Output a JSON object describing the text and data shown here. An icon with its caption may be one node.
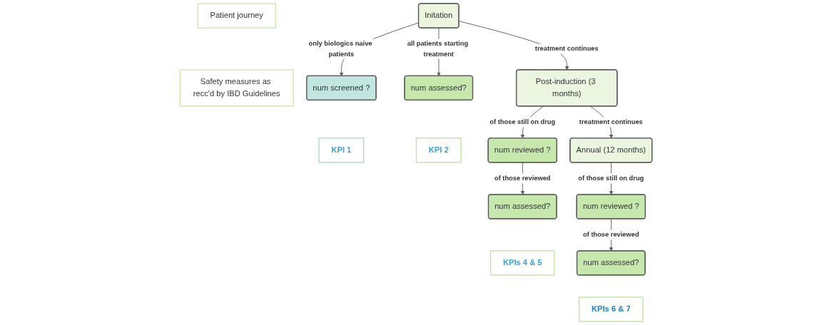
{
  "diagram": {
    "nodes": [
      {
        "text": [
          "Patient journey"
        ]
      },
      {
        "text": [
          "Safety measures as recc'd by IBD Guidelines"
        ]
      },
      {
        "text": [
          "Initation"
        ]
      },
      {
        "text": [
          "num assessed?"
        ]
      },
      {
        "text": [
          "num screened ?"
        ]
      },
      {
        "text": [
          "KPI 1"
        ]
      },
      {
        "text": [
          "KPI 2"
        ]
      },
      {
        "text": [
          "Post-induction (3 months)"
        ]
      },
      {
        "text": [
          "num reviewed ?"
        ]
      },
      {
        "text": [
          "num assessed?"
        ]
      },
      {
        "text": [
          "KPIs 4 & 5"
        ]
      },
      {
        "text": [
          "Annual (12 months)"
        ]
      },
      {
        "text": [
          "num reviewed ?"
        ]
      },
      {
        "text": [
          "num assessed?"
        ]
      },
      {
        "text": [
          "KPIs 6 & 7"
        ]
      }
    ],
    "edges": [
      {
        "from": 2,
        "to": 7,
        "arrow": "to",
        "label": "treatment continues"
      },
      {
        "from": 7,
        "to": 11,
        "arrow": "to",
        "label": "treatment continues"
      },
      {
        "from": 2,
        "to": 3,
        "arrow": "to",
        "label": "all patients starting treatment"
      },
      {
        "from": 2,
        "to": 4,
        "arrow": "to",
        "label": "only biologics naive patients"
      },
      {
        "from": 7,
        "to": 8,
        "arrow": "to",
        "label": "of those still on drug"
      },
      {
        "from": 8,
        "to": 9,
        "arrow": "to",
        "label": "of those reviewed"
      },
      {
        "from": 11,
        "to": 12,
        "arrow": "to",
        "label": "of those still on drug"
      },
      {
        "from": 12,
        "to": 13,
        "arrow": "to",
        "label": "of those reviewed"
      }
    ]
  }
}
